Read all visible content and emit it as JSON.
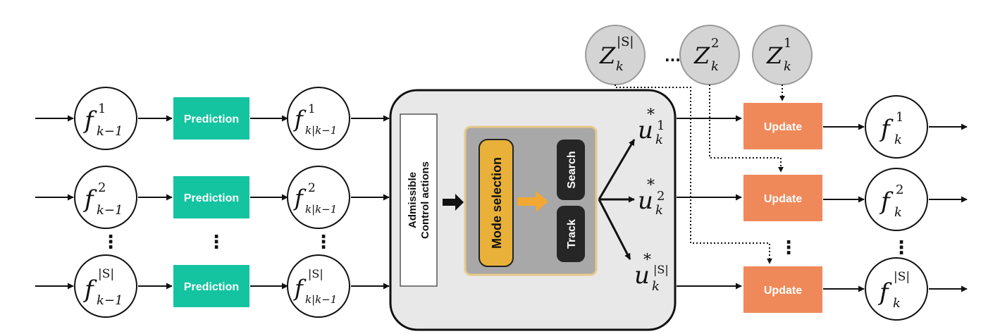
{
  "colors": {
    "prediction": "#14c4a0",
    "update": "#f0895a",
    "observation": "#d4d4d4",
    "decision_panel": "#e8e8e8",
    "mode_panel": "#a8a8a8",
    "mode_selection": "#e9b13a",
    "mode_buttons": "#262626",
    "orange_arrow": "#f2a833"
  },
  "inputs": {
    "row1": {
      "base": "f",
      "sup": "1",
      "sub": "k−1"
    },
    "row2": {
      "base": "f",
      "sup": "2",
      "sub": "k−1"
    },
    "row3": {
      "base": "f",
      "sup": "|S|",
      "sub": "k−1"
    }
  },
  "prediction_label": "Prediction",
  "predicted": {
    "row1": {
      "base": "f",
      "sup": "1",
      "sub": "k|k−1"
    },
    "row2": {
      "base": "f",
      "sup": "2",
      "sub": "k|k−1"
    },
    "row3": {
      "base": "f",
      "sup": "|S|",
      "sub": "k|k−1"
    }
  },
  "decision": {
    "admissible_line1": "Admissible",
    "admissible_line2": "Control actions",
    "mode_selection": "Mode selection",
    "search": "Search",
    "track": "Track"
  },
  "controls": {
    "row1": {
      "base": "u",
      "star": "*",
      "sup": "1",
      "sub": "k"
    },
    "row2": {
      "base": "u",
      "star": "*",
      "sup": "2",
      "sub": "k"
    },
    "row3": {
      "base": "u",
      "star": "*",
      "sup": "|S|",
      "sub": "k"
    }
  },
  "observations": {
    "z_s": {
      "base": "Z",
      "sup": "|S|",
      "sub": "k"
    },
    "ellipsis": "...",
    "z_2": {
      "base": "Z",
      "sup": "2",
      "sub": "k"
    },
    "z_1": {
      "base": "Z",
      "sup": "1",
      "sub": "k"
    }
  },
  "update_label": "Update",
  "outputs": {
    "row1": {
      "base": "f",
      "sup": "1",
      "sub": "k"
    },
    "row2": {
      "base": "f",
      "sup": "2",
      "sub": "k"
    },
    "row3": {
      "base": "f",
      "sup": "|S|",
      "sub": "k"
    }
  },
  "vertical_dots": "⋮"
}
